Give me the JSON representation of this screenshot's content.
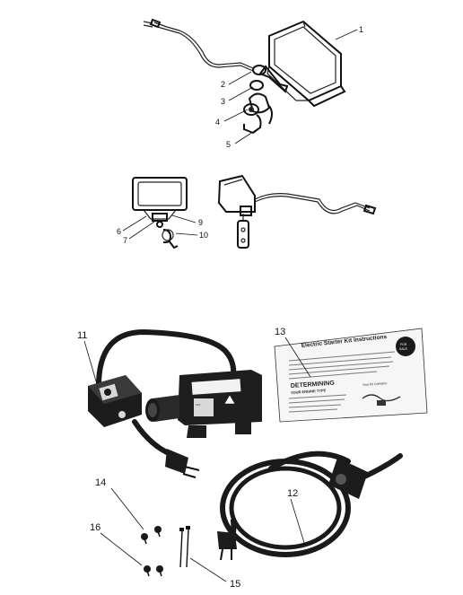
{
  "callouts": {
    "n1": "1",
    "n2": "2",
    "n3": "3",
    "n4": "4",
    "n5": "5",
    "n6": "6",
    "n7": "7",
    "n9": "9",
    "n10": "10",
    "n11": "11",
    "n12": "12",
    "n13": "13",
    "n14": "14",
    "n15": "15",
    "n16": "16"
  },
  "instruction_sheet": {
    "title": "Electric Starter Kit Instructions",
    "heading_line1": "DETERMINING",
    "heading_line2": "YOUR ENGINE TYPE",
    "side_heading": "Your Kit Contains:"
  }
}
